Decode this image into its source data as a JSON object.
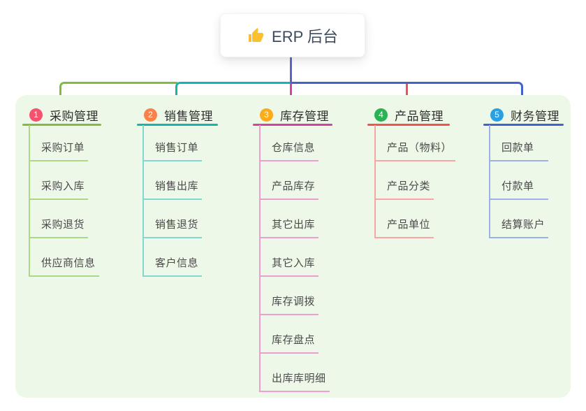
{
  "root": {
    "label": "ERP 后台",
    "icon": "thumbs-up"
  },
  "branches": [
    {
      "number": "1",
      "label": "采购管理",
      "badge_color": "#f4536e",
      "line_color": "#7fbc42",
      "child_line_color": "#aed687",
      "children": [
        "采购订单",
        "采购入库",
        "采购退货",
        "供应商信息"
      ]
    },
    {
      "number": "2",
      "label": "销售管理",
      "badge_color": "#f9824c",
      "line_color": "#14b5ad",
      "child_line_color": "#84d6d0",
      "children": [
        "销售订单",
        "销售出库",
        "销售退货",
        "客户信息"
      ]
    },
    {
      "number": "3",
      "label": "库存管理",
      "badge_color": "#fbab1b",
      "line_color": "#d6429f",
      "child_line_color": "#ec9fce",
      "children": [
        "仓库信息",
        "产品库存",
        "其它出库",
        "其它入库",
        "库存调拨",
        "库存盘点",
        "出库库明细"
      ]
    },
    {
      "number": "4",
      "label": "产品管理",
      "badge_color": "#2bb353",
      "line_color": "#f4514f",
      "child_line_color": "#f8a5a3",
      "children": [
        "产品（物料）",
        "产品分类",
        "产品单位"
      ]
    },
    {
      "number": "5",
      "label": "财务管理",
      "badge_color": "#2aa0e2",
      "line_color": "#4263cc",
      "child_line_color": "#9db1e4",
      "children": [
        "回款单",
        "付款单",
        "结算账户"
      ]
    }
  ],
  "colors": {
    "stem": "#5a63c8",
    "panel_bg": "#eef8e8",
    "root_text": "#3b4a5f",
    "thumb_icon": "#fbc02d"
  }
}
